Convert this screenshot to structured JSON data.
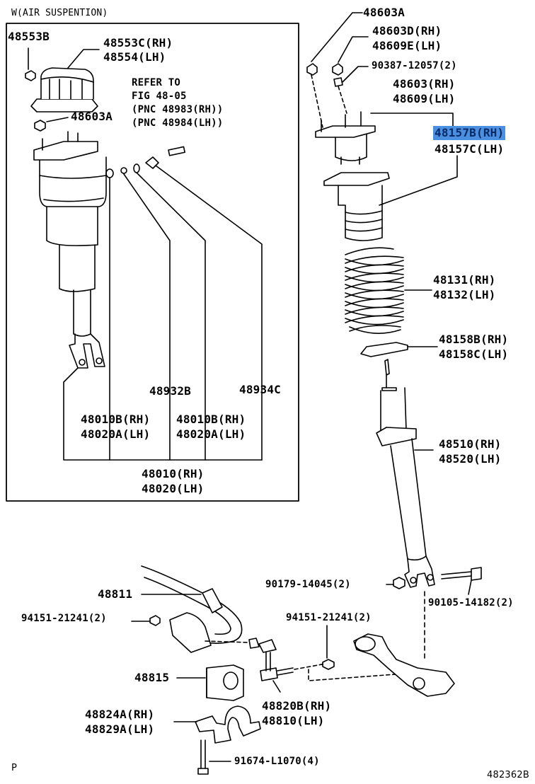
{
  "inset": {
    "title": "W(AIR SUSPENTION)",
    "refer": [
      "REFER TO",
      "FIG 48-05",
      "(PNC 48983(RH))",
      "(PNC 48984(LH))"
    ]
  },
  "labels": {
    "p48553B": "48553B",
    "p48553C": "48553C(RH)",
    "p48554": "48554(LH)",
    "p48603A_inset": "48603A",
    "p48932B": "48932B",
    "p48934C": "48934C",
    "p48010B_a": "48010B(RH)",
    "p48020A_a": "48020A(LH)",
    "p48010B_b": "48010B(RH)",
    "p48020A_b": "48020A(LH)",
    "p48010": "48010(RH)",
    "p48020": "48020(LH)",
    "p48603A": "48603A",
    "p48603D": "48603D(RH)",
    "p48609E": "48609E(LH)",
    "p90387": "90387-12057(2)",
    "p48603": "48603(RH)",
    "p48609": "48609(LH)",
    "p48157B": "48157B(RH)",
    "p48157C": "48157C(LH)",
    "p48131": "48131(RH)",
    "p48132": "48132(LH)",
    "p48158B": "48158B(RH)",
    "p48158C": "48158C(LH)",
    "p48510": "48510(RH)",
    "p48520": "48520(LH)",
    "p90179": "90179-14045(2)",
    "p90105": "90105-14182(2)",
    "p48811": "48811",
    "p94151_a": "94151-21241(2)",
    "p94151_b": "94151-21241(2)",
    "p48815": "48815",
    "p48820B": "48820B(RH)",
    "p48810": "48810(LH)",
    "p48824A": "48824A(RH)",
    "p48829A": "48829A(LH)",
    "p91674": "91674-L1070(4)",
    "corner_p": "P",
    "figure_no": "482362B"
  },
  "colors": {
    "highlight": "#4a8fe0",
    "line": "#000000"
  }
}
